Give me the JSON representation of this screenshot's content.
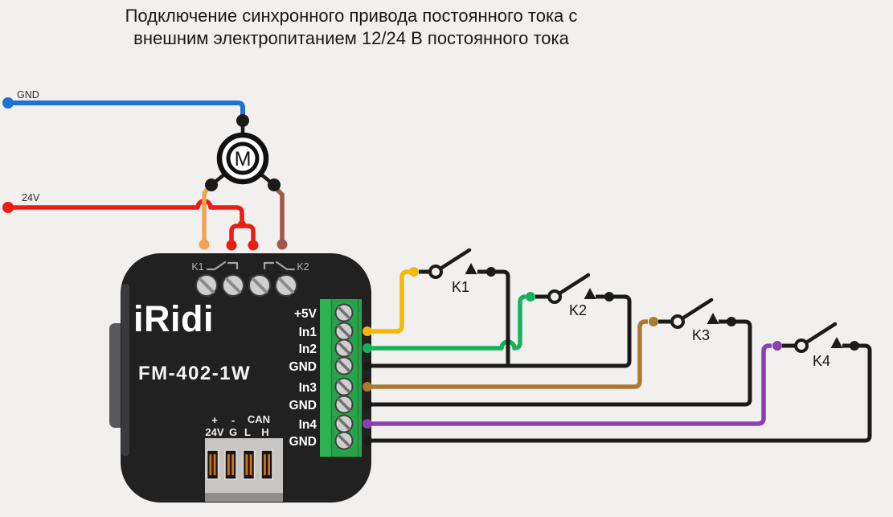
{
  "title": {
    "line1": "Подключение синхронного привода постоянного тока с",
    "line2": "внешним электропитанием 12/24 В постоянного тока"
  },
  "feeds": {
    "gnd": {
      "label": "GND"
    },
    "v24": {
      "label": "24V"
    }
  },
  "motor": {
    "label": "M"
  },
  "device": {
    "brand": "iRidi",
    "model": "FM-402-1W",
    "relay_left": "K1",
    "relay_right": "K2",
    "terminals": [
      "+5V",
      "In1",
      "In2",
      "GND",
      "In3",
      "GND",
      "In4",
      "GND"
    ],
    "bus_row1": [
      "+",
      "-",
      "CAN"
    ],
    "bus_row2": [
      "24V",
      "G",
      "L",
      "H"
    ]
  },
  "switches": [
    {
      "label": "K1"
    },
    {
      "label": "K2"
    },
    {
      "label": "K3"
    },
    {
      "label": "K4"
    }
  ],
  "colors": {
    "gnd_feed": "#1e72d2",
    "v24_feed": "#e91d12",
    "motor_a": "#f0a355",
    "motor_b": "#a35649",
    "in1": "#f6b70a",
    "in2": "#17b257",
    "in3": "#a87a36",
    "in4": "#8b3fb4",
    "device_body": "#212121",
    "terminal_block": "#27a44a"
  }
}
